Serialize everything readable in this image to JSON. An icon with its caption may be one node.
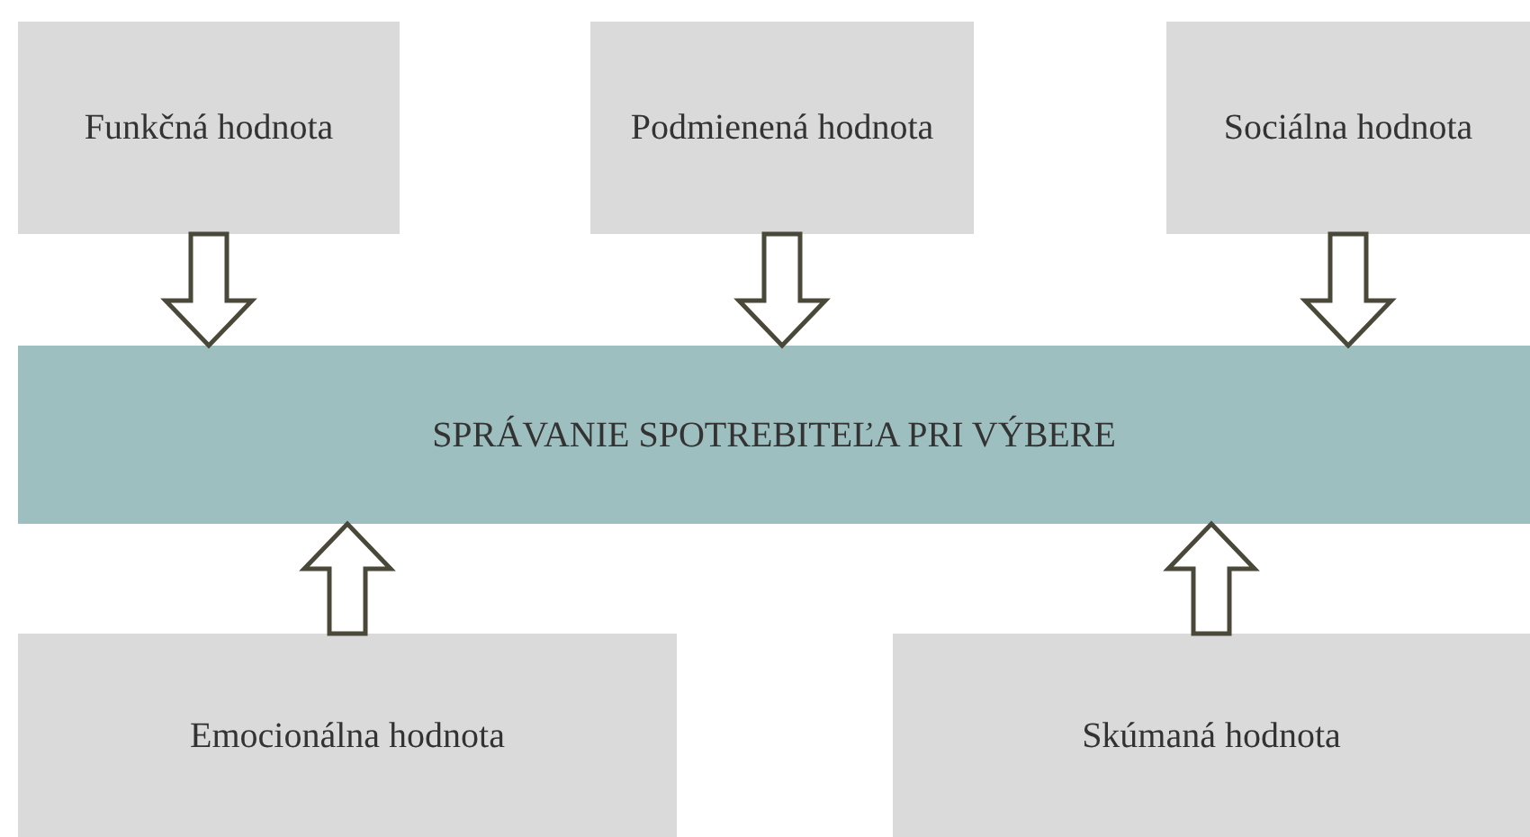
{
  "diagram": {
    "nodes": [
      {
        "text": [
          "Funkčná hodnota"
        ]
      },
      {
        "text": [
          "Podmienená hodnota"
        ]
      },
      {
        "text": [
          "Sociálna hodnota"
        ]
      },
      {
        "text": [
          "SPRÁVANIE SPOTREBITEĽA PRI VÝBERE"
        ]
      },
      {
        "text": [
          "Emocionálna hodnota"
        ]
      },
      {
        "text": [
          "Skúmaná hodnota"
        ]
      }
    ],
    "edges": [
      {
        "from": 0,
        "to": 3,
        "arrow": "to"
      },
      {
        "from": 1,
        "to": 3,
        "arrow": "to"
      },
      {
        "from": 2,
        "to": 3,
        "arrow": "to"
      },
      {
        "from": 4,
        "to": 3,
        "arrow": "to"
      },
      {
        "from": 5,
        "to": 3,
        "arrow": "to"
      }
    ]
  }
}
